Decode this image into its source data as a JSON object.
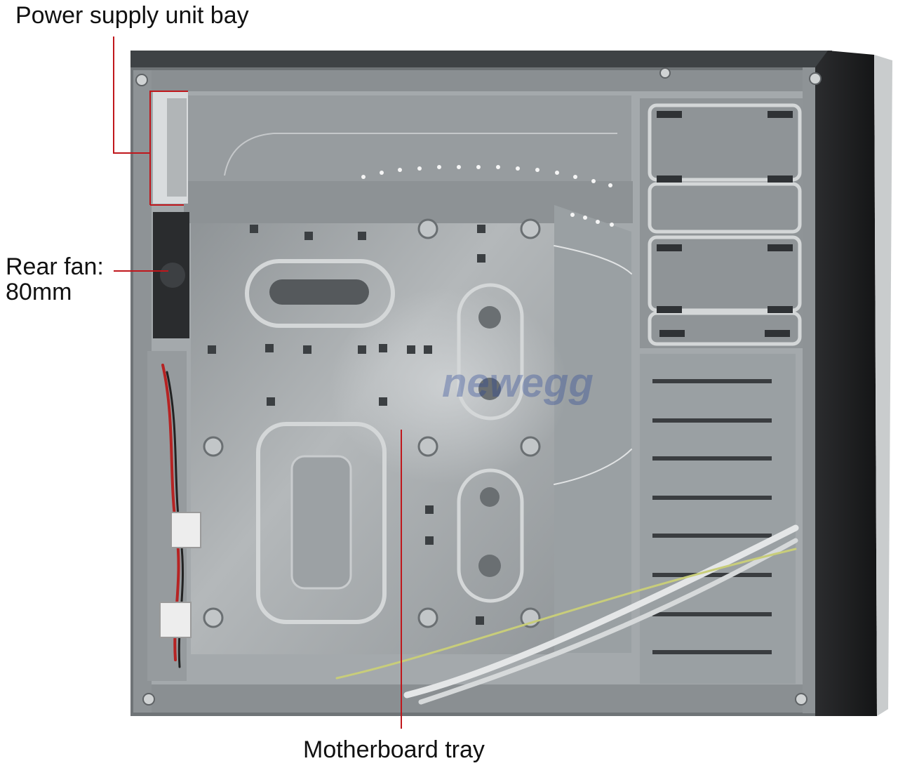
{
  "labels": {
    "psu_bay": "Power supply unit bay",
    "rear_fan_line1": "Rear fan:",
    "rear_fan_line2": "80mm",
    "motherboard_tray": "Motherboard tray"
  },
  "watermark": "newegg",
  "colors": {
    "leader_line": "#c0171c",
    "chassis_steel": "#9ea3a6",
    "chassis_frame": "#7c8285",
    "front_bezel": "#1f2022",
    "background": "#ffffff"
  }
}
